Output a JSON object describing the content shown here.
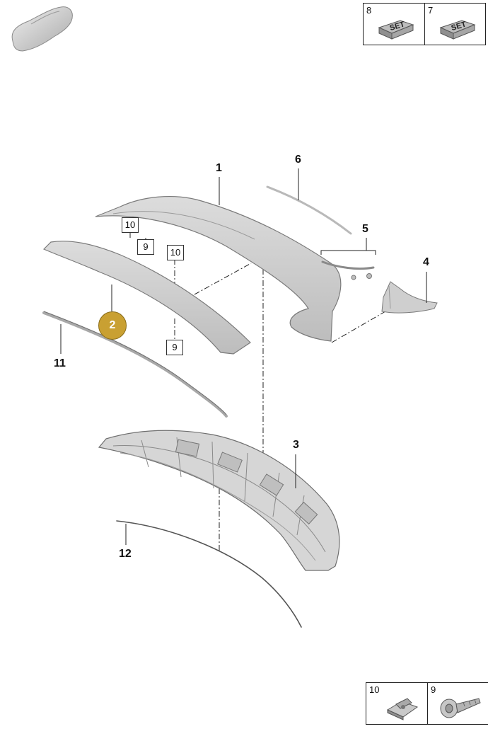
{
  "callouts": {
    "c1": "1",
    "c2": "2",
    "c3": "3",
    "c4": "4",
    "c5": "5",
    "c6": "6",
    "c11": "11",
    "c12": "12"
  },
  "box_labels": {
    "b10a": "10",
    "b9a": "9",
    "b10b": "10",
    "b9b": "9"
  },
  "legend_top": {
    "cell_a_number": "8",
    "cell_a_text": "SET",
    "cell_b_number": "7",
    "cell_b_text": "SET"
  },
  "legend_bottom": {
    "cell_a_number": "10",
    "cell_b_number": "9"
  },
  "colors": {
    "highlight": "#c9a032",
    "part_fill": "#d4d4d4",
    "part_stroke": "#7a7a7a"
  }
}
